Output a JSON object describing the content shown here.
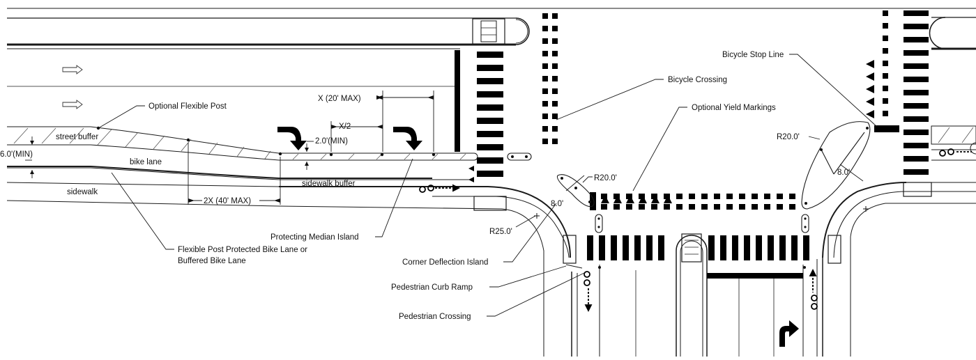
{
  "labels": {
    "optional_flexible_post": "Optional Flexible Post",
    "street_buffer": "street buffer",
    "bike_lane": "bike lane",
    "sidewalk": "sidewalk",
    "sidewalk_buffer": "sidewalk buffer",
    "min_width": "6.0'(MIN)",
    "x_max": "X (20' MAX)",
    "x_half": "X/2",
    "two_ft_min": "2.0'(MIN)",
    "two_x_max": "2X (40' MAX)",
    "protecting_median_island": "Protecting Median Island",
    "flexible_post_protected_line1": "Flexible Post Protected Bike Lane  or",
    "flexible_post_protected_line2": "Buffered Bike Lane",
    "bicycle_crossing": "Bicycle Crossing",
    "optional_yield_markings": "Optional Yield Markings",
    "bicycle_stop_line": "Bicycle Stop Line",
    "r20_left": "R20.0'",
    "r20_right": "R20.0'",
    "dim_8_left": "8.0'",
    "dim_8_right": "8.0'",
    "r25": "R25.0'",
    "corner_deflection_island": "Corner Deflection Island",
    "pedestrian_curb_ramp": "Pedestrian Curb Ramp",
    "pedestrian_crossing": "Pedestrian Crossing"
  },
  "colors": {
    "line": "#1a1a1a",
    "marking": "#000000",
    "background": "#ffffff"
  }
}
